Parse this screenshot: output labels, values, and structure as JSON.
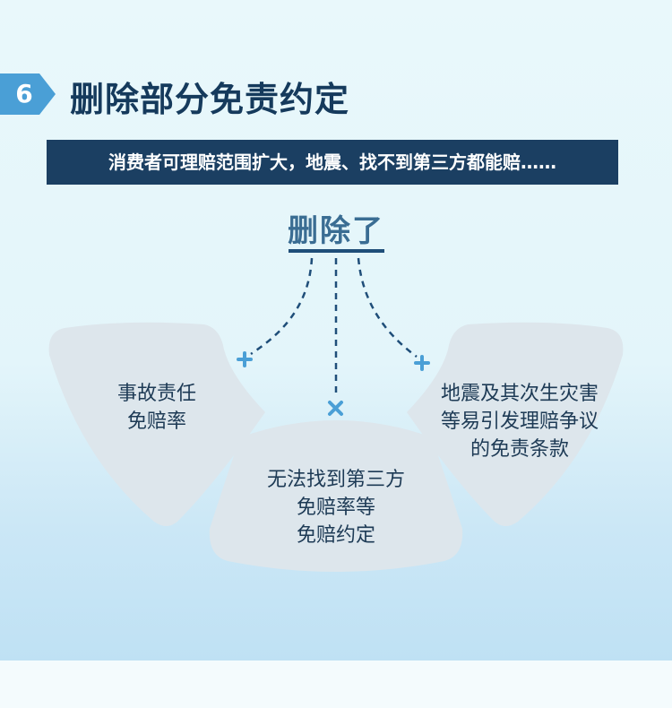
{
  "section": {
    "number": "6",
    "title": "删除部分免责约定"
  },
  "banner_text": "消费者可理赔范围扩大，地震、找不到第三方都能赔……",
  "deleted_label": "删除了",
  "cards": [
    {
      "lines": [
        "事故责任",
        "免赔率"
      ],
      "marker": "+"
    },
    {
      "lines": [
        "无法找到第三方",
        "免赔率等",
        "免赔约定"
      ],
      "marker": "×"
    },
    {
      "lines": [
        "地震及其次生灾害",
        "等易引发理赔争议",
        "的免责条款"
      ],
      "marker": "+"
    }
  ],
  "colors": {
    "accent": "#4a9fd6",
    "navy": "#1b3f62",
    "card": "#dde6ec"
  }
}
